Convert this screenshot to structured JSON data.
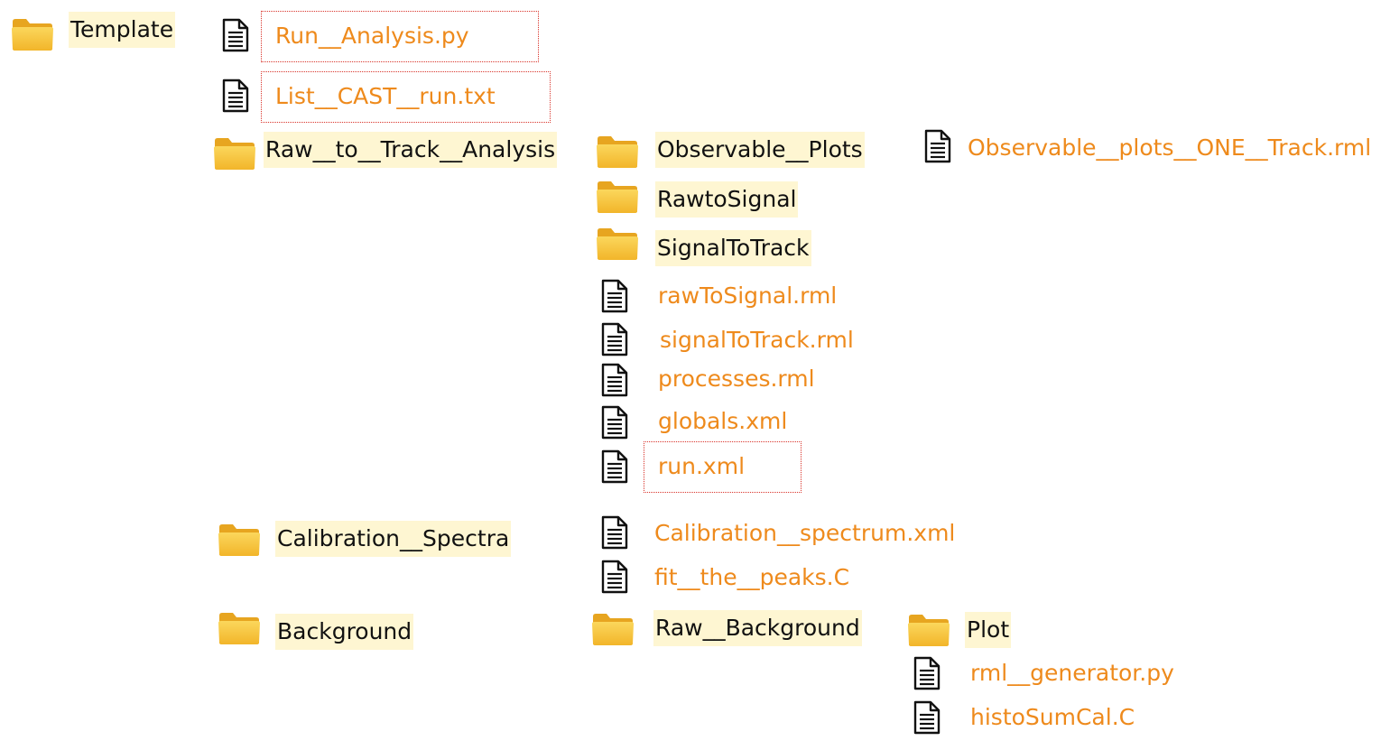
{
  "colors": {
    "folder_label_bg": "#fef6d2",
    "folder_label_text": "#111111",
    "file_label_text": "#ee8a1c",
    "highlight_border": "#d9342b",
    "folder_icon": "#f7c843"
  },
  "folders": {
    "template": "Template",
    "raw_to_track_analysis": "Raw__to__Track__Analysis",
    "observable_plots": "Observable__Plots",
    "raw_to_signal": "RawtoSignal",
    "signal_to_track": "SignalToTrack",
    "calibration_spectra": "Calibration__Spectra",
    "background": "Background",
    "raw_background": "Raw__Background",
    "plot": "Plot"
  },
  "files": {
    "run_analysis_py": "Run__Analysis.py",
    "list_cast_run_txt": "List__CAST__run.txt",
    "observable_plots_one_track_rml": "Observable__plots__ONE__Track.rml",
    "raw_to_signal_rml": "rawToSignal.rml",
    "signal_to_track_rml": "signalToTrack.rml",
    "processes_rml": "processes.rml",
    "globals_xml": "globals.xml",
    "run_xml": "run.xml",
    "calibration_spectrum_xml": "Calibration__spectrum.xml",
    "fit_the_peaks_c": "fit__the__peaks.C",
    "rml_generator_py": "rml__generator.py",
    "histo_sum_cal_c": "histoSumCal.C"
  }
}
